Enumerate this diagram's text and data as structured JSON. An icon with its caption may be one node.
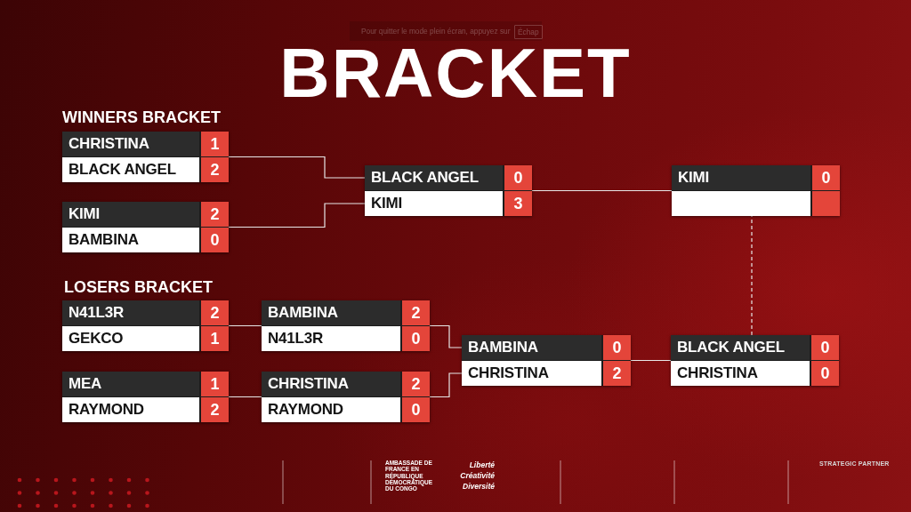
{
  "diagram": {
    "title": "BRACKET",
    "nodes": [
      {
        "text": [
          "CHRISTINA",
          "1",
          "BLACK ANGEL",
          "2"
        ]
      },
      {
        "text": [
          "KIMI",
          "2",
          "BAMBINA",
          "0"
        ]
      },
      {
        "text": [
          "BLACK ANGEL",
          "0",
          "KIMI",
          "3"
        ]
      },
      {
        "text": [
          "KIMI",
          "0"
        ]
      },
      {
        "text": [
          "N41L3R",
          "2",
          "GEKCO",
          "1"
        ]
      },
      {
        "text": [
          "MEA",
          "1",
          "RAYMOND",
          "2"
        ]
      },
      {
        "text": [
          "BAMBINA",
          "2",
          "N41L3R",
          "0"
        ]
      },
      {
        "text": [
          "CHRISTINA",
          "2",
          "RAYMOND",
          "0"
        ]
      },
      {
        "text": [
          "BAMBINA",
          "0",
          "CHRISTINA",
          "2"
        ]
      },
      {
        "text": [
          "BLACK ANGEL",
          "0",
          "CHRISTINA",
          "0"
        ]
      }
    ],
    "edges": [
      {
        "from": 0,
        "to": 2,
        "arrow": "none"
      },
      {
        "from": 1,
        "to": 2,
        "arrow": "none"
      },
      {
        "from": 2,
        "to": 3,
        "arrow": "none"
      },
      {
        "from": 4,
        "to": 6,
        "arrow": "none"
      },
      {
        "from": 5,
        "to": 7,
        "arrow": "none"
      },
      {
        "from": 6,
        "to": 8,
        "arrow": "none"
      },
      {
        "from": 7,
        "to": 8,
        "arrow": "none"
      },
      {
        "from": 8,
        "to": 9,
        "arrow": "none"
      },
      {
        "from": 9,
        "to": 3,
        "arrow": "none",
        "style": "dashed"
      }
    ],
    "labels": [
      "Pour quitter le mode plein écran, appuyez sur",
      "Échap",
      "WINNERS BRACKET",
      "LOSERS BRACKET",
      "AMBASSADE DE FRANCE EN RÉPUBLIQUE DÉMOCRATIQUE DU CONGO",
      "Liberté Créativité Diversité",
      "STRATEGIC PARTNER"
    ]
  }
}
